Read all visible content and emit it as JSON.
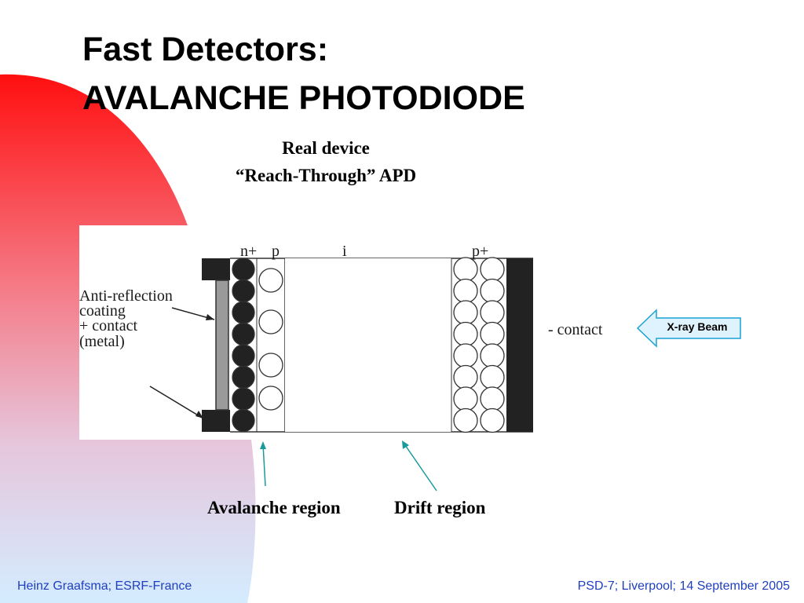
{
  "slide": {
    "title_line1": "Fast Detectors:",
    "title_line2": "AVALANCHE PHOTODIODE",
    "caption_line1": "Real device",
    "caption_line2": "“Reach-Through” APD"
  },
  "diagram": {
    "left_label_lines": [
      "Anti-reflection",
      "coating",
      "+ contact",
      "(metal)"
    ],
    "layer_labels": {
      "n_plus": "n+",
      "p": "p",
      "i": "i",
      "p_plus": "p+"
    },
    "right_contact_label": "- contact",
    "beam_label": "X-ray Beam",
    "region_labels": {
      "avalanche": "Avalanche region",
      "drift": "Drift region"
    }
  },
  "footer": {
    "left": "Heinz Graafsma; ESRF-France",
    "right": "PSD-7; Liverpool; 14 September 2005"
  },
  "colors": {
    "background_top": "#ff1a1a",
    "background_bottom": "#d8ecff",
    "footer_text": "#1f3fbf",
    "beam_arrow_fill": "#dff3ff",
    "beam_arrow_stroke": "#1aa1d6",
    "pointer_arrows": "#1b9a9a"
  }
}
